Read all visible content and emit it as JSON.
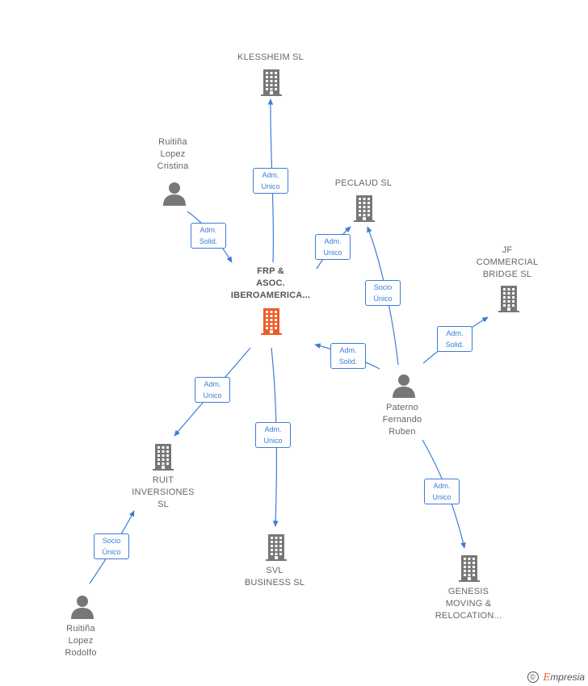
{
  "nodes": {
    "klessheim": {
      "lines": [
        "KLESSHEIM  SL"
      ],
      "type": "company"
    },
    "cristina": {
      "lines": [
        "Ruitiña",
        "Lopez",
        "Cristina"
      ],
      "type": "person"
    },
    "peclaud": {
      "lines": [
        "PECLAUD  SL"
      ],
      "type": "company"
    },
    "jf": {
      "lines": [
        "JF",
        "COMMERCIAL",
        "BRIDGE  SL"
      ],
      "type": "company"
    },
    "frp": {
      "lines": [
        "FRP &",
        "ASOC.",
        "IBEROAMERICA..."
      ],
      "type": "company-main"
    },
    "paterno": {
      "lines": [
        "Paterno",
        "Fernando",
        "Ruben"
      ],
      "type": "person"
    },
    "ruit": {
      "lines": [
        "RUIT",
        "INVERSIONES",
        "SL"
      ],
      "type": "company"
    },
    "svl": {
      "lines": [
        "SVL",
        "BUSINESS  SL"
      ],
      "type": "company"
    },
    "genesis": {
      "lines": [
        "GENESIS",
        "MOVING &",
        "RELOCATION..."
      ],
      "type": "company"
    },
    "rodolfo": {
      "lines": [
        "Ruitiña",
        "Lopez",
        "Rodolfo"
      ],
      "type": "person"
    }
  },
  "edges": [
    {
      "id": "frp-klessheim",
      "lines": [
        "Adm.",
        "Unico"
      ]
    },
    {
      "id": "cristina-frp",
      "lines": [
        "Adm.",
        "Solid."
      ]
    },
    {
      "id": "frp-peclaud",
      "lines": [
        "Adm.",
        "Unico"
      ]
    },
    {
      "id": "paterno-peclaud",
      "lines": [
        "Socio",
        "Único"
      ]
    },
    {
      "id": "paterno-jf",
      "lines": [
        "Adm.",
        "Solid."
      ]
    },
    {
      "id": "paterno-frp",
      "lines": [
        "Adm.",
        "Solid."
      ]
    },
    {
      "id": "frp-ruit",
      "lines": [
        "Adm.",
        "Unico"
      ]
    },
    {
      "id": "frp-svl",
      "lines": [
        "Adm.",
        "Unico"
      ]
    },
    {
      "id": "paterno-genesis",
      "lines": [
        "Adm.",
        "Unico"
      ]
    },
    {
      "id": "rodolfo-ruit",
      "lines": [
        "Socio",
        "Único"
      ]
    }
  ],
  "colors": {
    "edge": "#3b7dd8",
    "company_icon": "#777777",
    "main_company_icon": "#f05a28",
    "person_icon": "#777777"
  },
  "footer": {
    "copyright_symbol": "©",
    "brand_initial": "E",
    "brand_rest": "mpresia"
  }
}
